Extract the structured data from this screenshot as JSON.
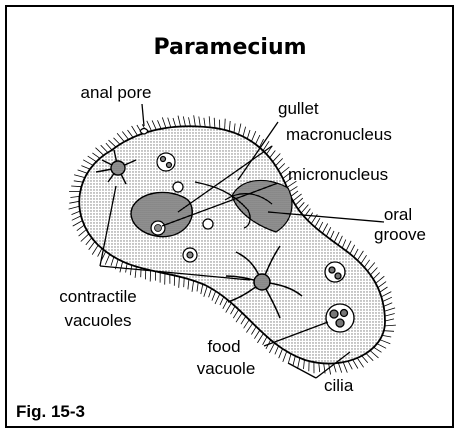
{
  "title": "Paramecium",
  "figure_label": "Fig. 15-3",
  "labels": {
    "anal_pore": "anal pore",
    "gullet": "gullet",
    "macronucleus": "macronucleus",
    "micronucleus": "micronucleus",
    "oral_groove": [
      "oral",
      "groove"
    ],
    "contractile_vacuoles": [
      "contractile",
      "vacuoles"
    ],
    "food_vacuole": [
      "food",
      "vacuole"
    ],
    "cilia": "cilia"
  }
}
